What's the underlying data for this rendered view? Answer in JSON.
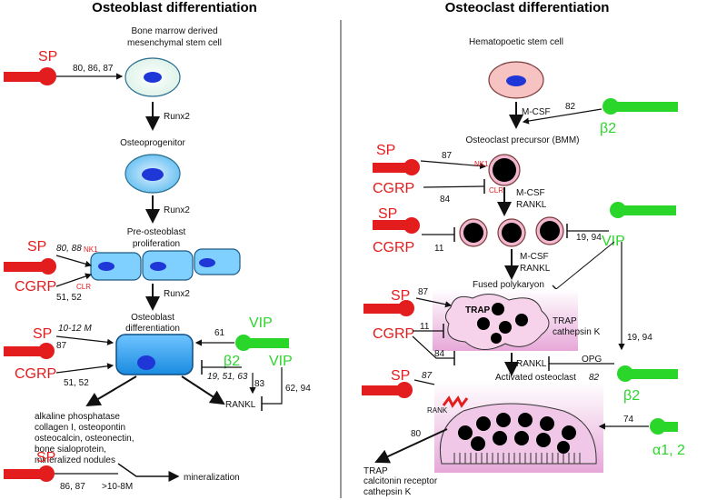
{
  "left": {
    "title": "Osteoblast differentiation",
    "stem_cell": [
      "Bone marrow derived",
      "mesenchymal stem cell"
    ],
    "runx2_1": "Runx2",
    "osteoprogenitor": "Osteoprogenitor",
    "runx2_2": "Runx2",
    "pre_osteoblast": [
      "Pre-osteoblast",
      "proliferation"
    ],
    "runx2_3": "Runx2",
    "osteoblast": [
      "Osteoblast",
      "differentiation"
    ],
    "markers": [
      "alkaline phosphatase",
      "collagen I, osteopontin",
      "osteocalcin, osteonectin,",
      "bone sialoprotein,",
      "mineralized nodules"
    ],
    "mineralization": "mineralization",
    "rankl": "RANKL",
    "refs": {
      "sp1": "80, 86, 87",
      "sp2": "80, 88",
      "nk1": "NK1",
      "clr": "CLR",
      "cgrp2": "51, 52",
      "conc1": "10-12 M",
      "sp3": "87",
      "cgrp3": "51, 52",
      "vip1": "61",
      "beta": "19, 51, 63",
      "b83": "83",
      "vip2": "62, 94",
      "sp4": "86, 87",
      "conc2": ">10-8M"
    },
    "ligands": {
      "sp": "SP",
      "cgrp": "CGRP",
      "vip": "VIP",
      "beta2": "β2"
    }
  },
  "right": {
    "title": "Osteoclast differentiation",
    "stem_cell": "Hematopoetic stem cell",
    "mcsf1": "M-CSF",
    "precursor": "Osteoclast precursor (BMM)",
    "mcsf_rankl_1": [
      "M-CSF",
      "RANKL"
    ],
    "mcsf_rankl_2": [
      "M-CSF",
      "RANKL"
    ],
    "fused": "Fused polykaryon",
    "trap": "TRAP",
    "trap_cathepsin": [
      "TRAP",
      "cathepsin K"
    ],
    "rankl": "RANKL",
    "opg": "OPG",
    "activated": "Activated osteoclast",
    "rank": "RANK",
    "products": [
      "TRAP",
      "calcitonin receptor",
      "cathepsin K"
    ],
    "refs": {
      "b82a": "82",
      "sp87a": "87",
      "nk1": "NK1",
      "clr": "CLR",
      "c84": "84",
      "c11": "11",
      "vip1994": "19, 94",
      "sp87b": "87",
      "c11b": "11",
      "c84b": "84",
      "r1994": "19, 94",
      "b82b": "82",
      "sp87c": "87",
      "r80": "80",
      "a74": "74"
    },
    "ligands": {
      "sp": "SP",
      "cgrp": "CGRP",
      "vip": "VIP",
      "beta2": "β2",
      "alpha": "α1, 2"
    }
  }
}
